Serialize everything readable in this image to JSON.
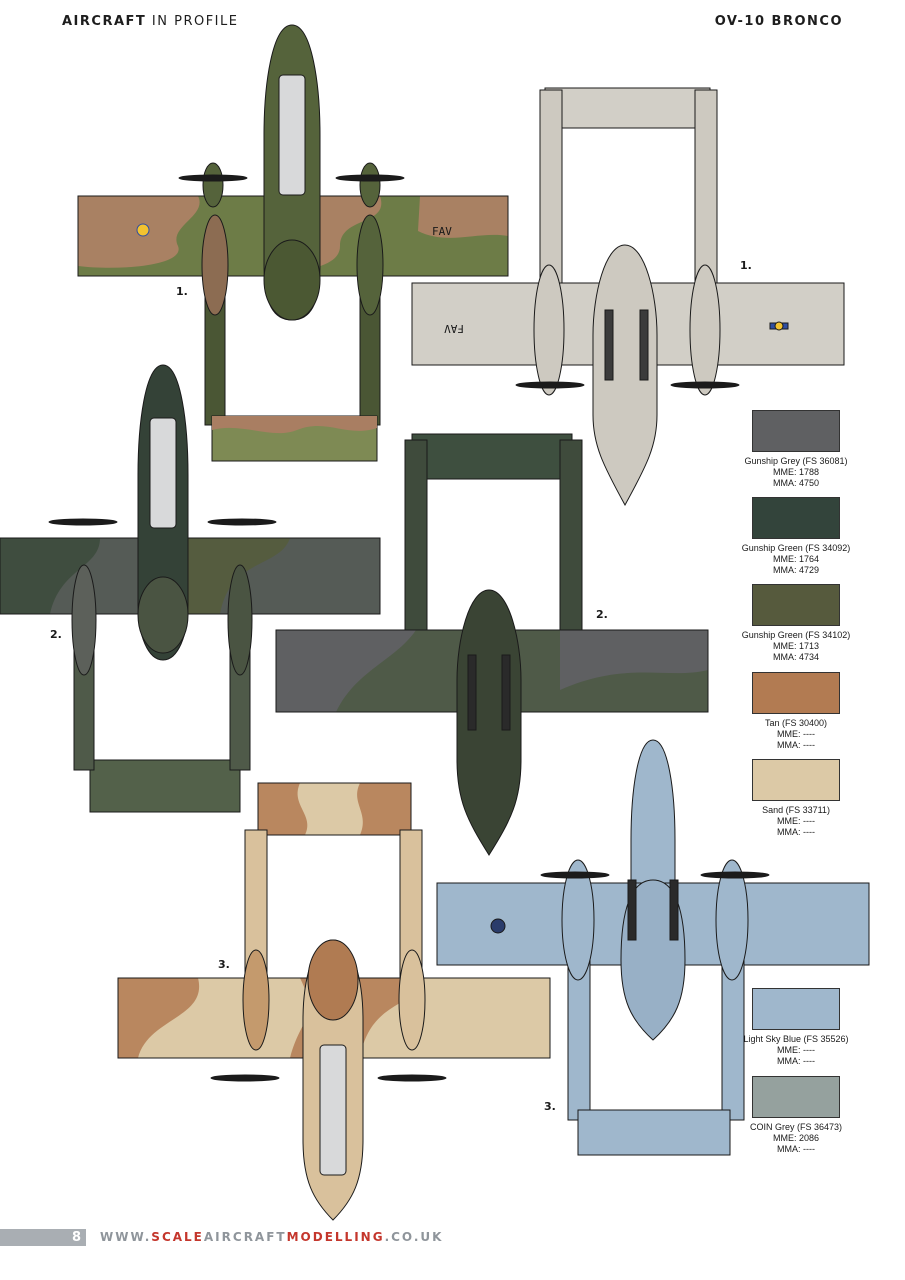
{
  "header": {
    "left_bold": "AIRCRAFT",
    "left_rest": " IN PROFILE",
    "right": "OV-10 BRONCO"
  },
  "profile_labels": [
    "1.",
    "1.",
    "2.",
    "2.",
    "3.",
    "3."
  ],
  "markings": {
    "fav": "FAV"
  },
  "swatches": [
    {
      "name": "Gunship Grey (FS 36081)",
      "mme": "MME: 1788",
      "mma": "MMA: 4750",
      "color": "#5f6062"
    },
    {
      "name": "Gunship Green (FS 34092)",
      "mme": "MME: 1764",
      "mma": "MMA: 4729",
      "color": "#33443b"
    },
    {
      "name": "Gunship Green (FS 34102)",
      "mme": "MME: 1713",
      "mma": "MMA: 4734",
      "color": "#565a3d"
    },
    {
      "name": "Tan (FS 30400)",
      "mme": "MME: ----",
      "mma": "MMA: ----",
      "color": "#b27b52"
    },
    {
      "name": "Sand (FS 33711)",
      "mme": "MME: ----",
      "mma": "MMA: ----",
      "color": "#dcc9a6"
    },
    {
      "name": "Light Sky Blue (FS 35526)",
      "mme": "MME: ----",
      "mma": "MMA: ----",
      "color": "#9fb7cc"
    },
    {
      "name": "COIN Grey (FS 36473)",
      "mme": "MME: 2086",
      "mma": "MMA: ----",
      "color": "#95a19e"
    }
  ],
  "footer": {
    "page": "8",
    "url_a": "WWW.",
    "url_b": "SCALE",
    "url_c": "AIRCRAFT",
    "url_d": "MODELLING",
    "url_e": ".CO.UK"
  }
}
